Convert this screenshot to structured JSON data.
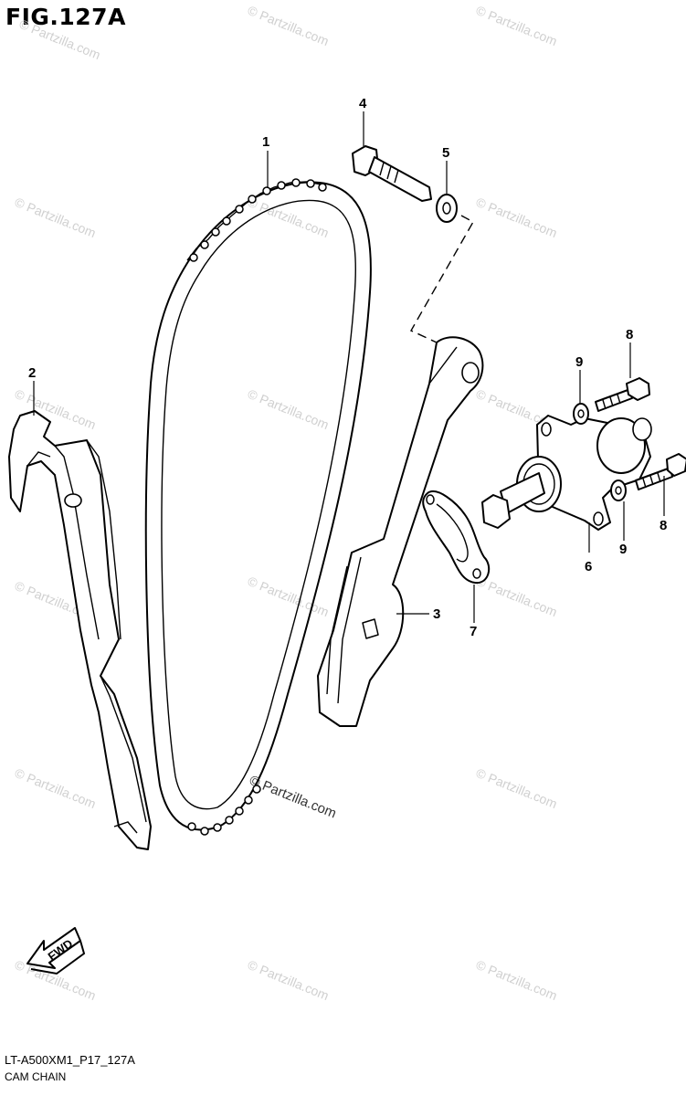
{
  "figure": {
    "title": "FIG.127A"
  },
  "footer": {
    "code": "LT-A500XM1_P17_127A",
    "name": "CAM CHAIN"
  },
  "direction_arrow": {
    "label": "FWD"
  },
  "watermark": {
    "text": "© Partzilla.com",
    "text_prominent": "© Partzilla.com"
  },
  "callouts": [
    "1",
    "2",
    "3",
    "4",
    "5",
    "6",
    "7",
    "8",
    "8",
    "9",
    "9"
  ]
}
